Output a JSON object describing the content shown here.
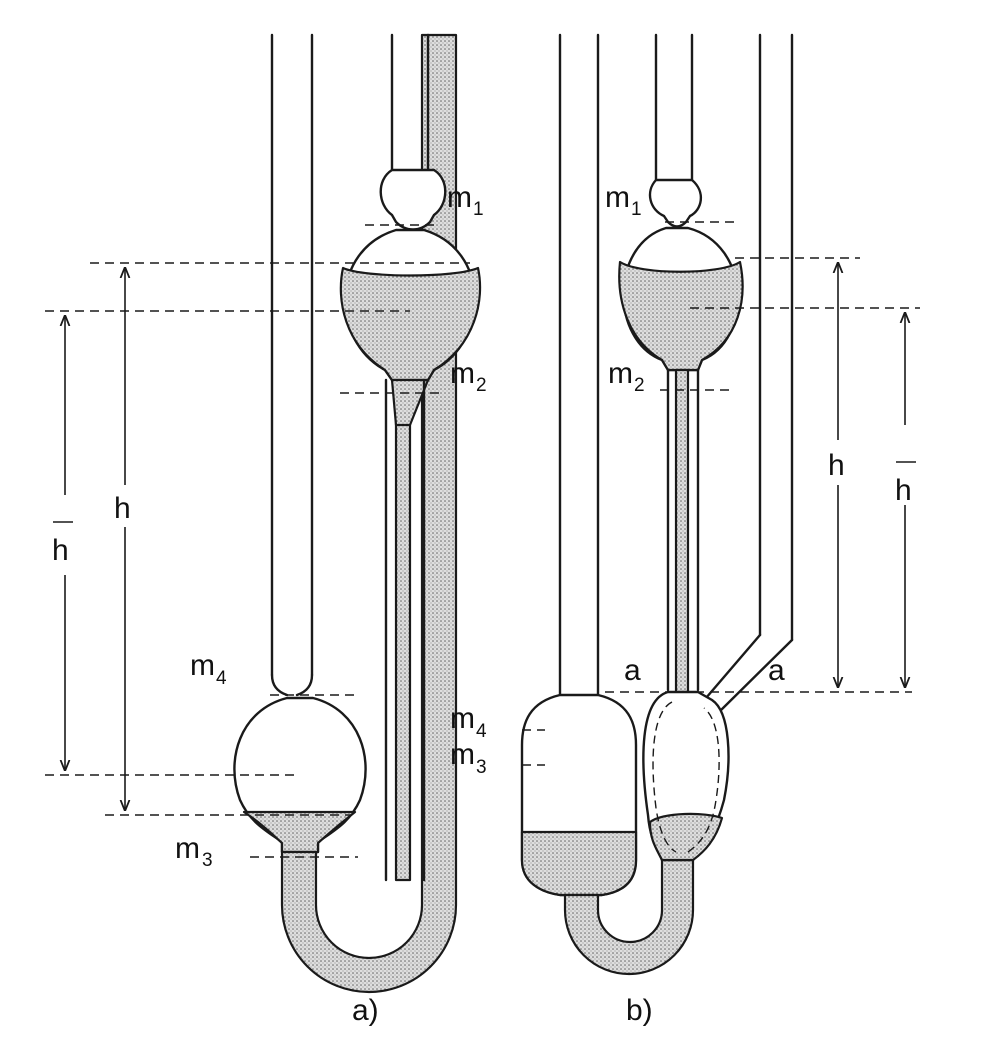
{
  "panel_a": {
    "caption": "a)",
    "marks": {
      "m1": "m",
      "m1_sub": "1",
      "m2": "m",
      "m2_sub": "2",
      "m3": "m",
      "m3_sub": "3",
      "m4": "m",
      "m4_sub": "4"
    },
    "dim_h": "h",
    "dim_hbar": "h"
  },
  "panel_b": {
    "caption": "b)",
    "marks": {
      "m1": "m",
      "m1_sub": "1",
      "m2": "m",
      "m2_sub": "2",
      "m3": "m",
      "m3_sub": "3",
      "m4": "m",
      "m4_sub": "4"
    },
    "level_left": "a",
    "level_right": "a",
    "dim_h": "h",
    "dim_hbar": "h"
  }
}
